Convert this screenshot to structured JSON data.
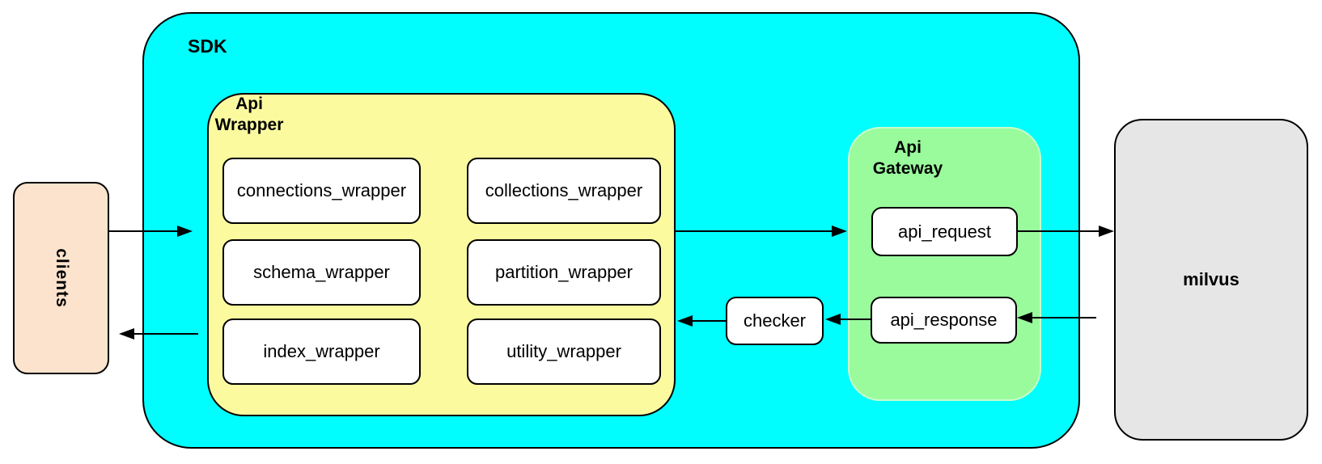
{
  "nodes": {
    "clients": {
      "label": "clients"
    },
    "sdk": {
      "label": "SDK"
    },
    "api_wrapper": {
      "label": "Api Wrapper"
    },
    "connections_wrapper": {
      "label": "connections_wrapper"
    },
    "collections_wrapper": {
      "label": "collections_wrapper"
    },
    "schema_wrapper": {
      "label": "schema_wrapper"
    },
    "partition_wrapper": {
      "label": "partition_wrapper"
    },
    "index_wrapper": {
      "label": "index_wrapper"
    },
    "utility_wrapper": {
      "label": "utility_wrapper"
    },
    "api_gateway": {
      "label": "Api Gateway"
    },
    "api_request": {
      "label": "api_request"
    },
    "api_response": {
      "label": "api_response"
    },
    "checker": {
      "label": "checker"
    },
    "milvus": {
      "label": "milvus"
    }
  },
  "connectors": [
    {
      "from": "clients",
      "to": "sdk"
    },
    {
      "from": "sdk",
      "to": "clients"
    },
    {
      "from": "api_wrapper",
      "to": "api_gateway"
    },
    {
      "from": "api_request",
      "to": "milvus"
    },
    {
      "from": "milvus",
      "to": "api_response"
    },
    {
      "from": "api_response",
      "to": "checker"
    },
    {
      "from": "checker",
      "to": "api_wrapper"
    }
  ],
  "colors": {
    "sdk_fill": "#00FEFE",
    "api_wrapper_fill": "#FCFA9F",
    "api_gateway_fill": "#9AFB9D",
    "clients_fill": "#FBE3CD",
    "milvus_fill": "#E6E6E6",
    "node_fill": "#FFFFFF",
    "border": "#000000",
    "text": "#000000"
  }
}
